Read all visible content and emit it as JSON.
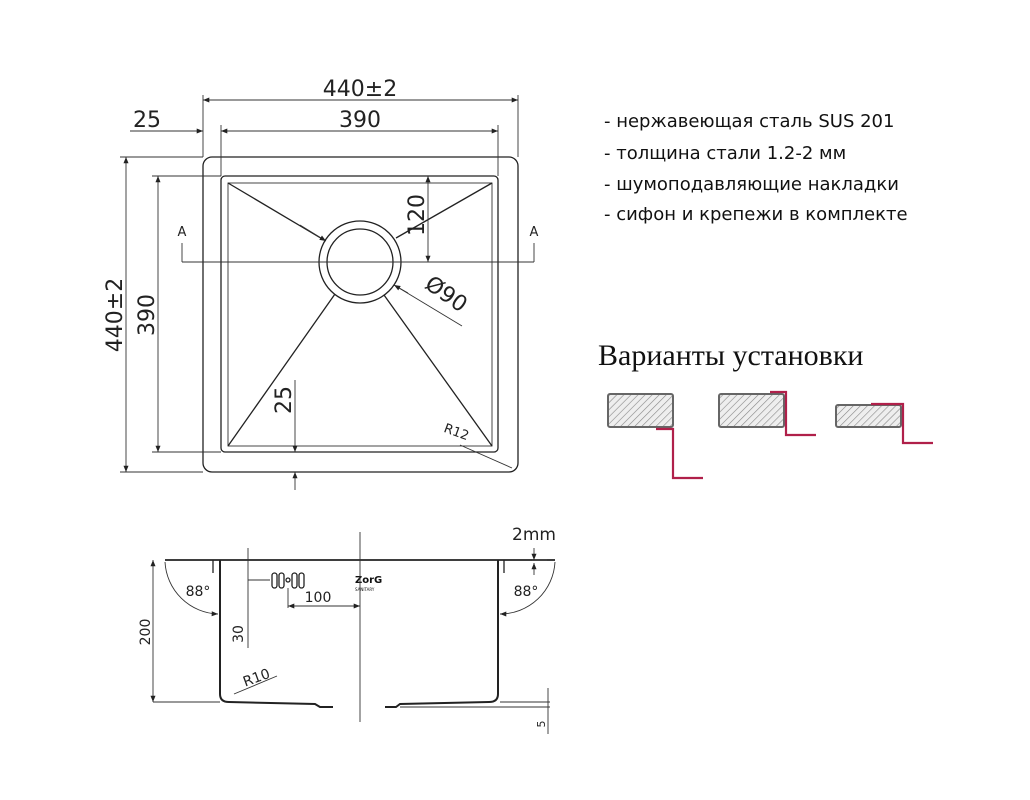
{
  "top_view": {
    "overall_width": "440±2",
    "bowl_width": "390",
    "flange_offset": "25",
    "overall_depth": "440±2",
    "bowl_depth": "390",
    "drain_offset": "120",
    "drain_diameter": "Ø90",
    "bottom_offset": "25",
    "corner_radius": "R12",
    "section_mark_left": "A",
    "section_mark_right": "A"
  },
  "side_view": {
    "thickness": "2mm",
    "angle_left": "88°",
    "angle_right": "88°",
    "depth": "200",
    "overflow_height": "30",
    "overflow_offset": "100",
    "bottom_radius": "R10",
    "bottom_step": "5",
    "logo": "ZorG SANITARY"
  },
  "specs": [
    "- нержавеющая сталь SUS 201",
    "- толщина стали 1.2-2 мм",
    "- шумоподавляющие накладки",
    "- сифон и крепежи в комплекте"
  ],
  "install": {
    "title": "Варианты установки",
    "accent_color": "#b0204a"
  }
}
